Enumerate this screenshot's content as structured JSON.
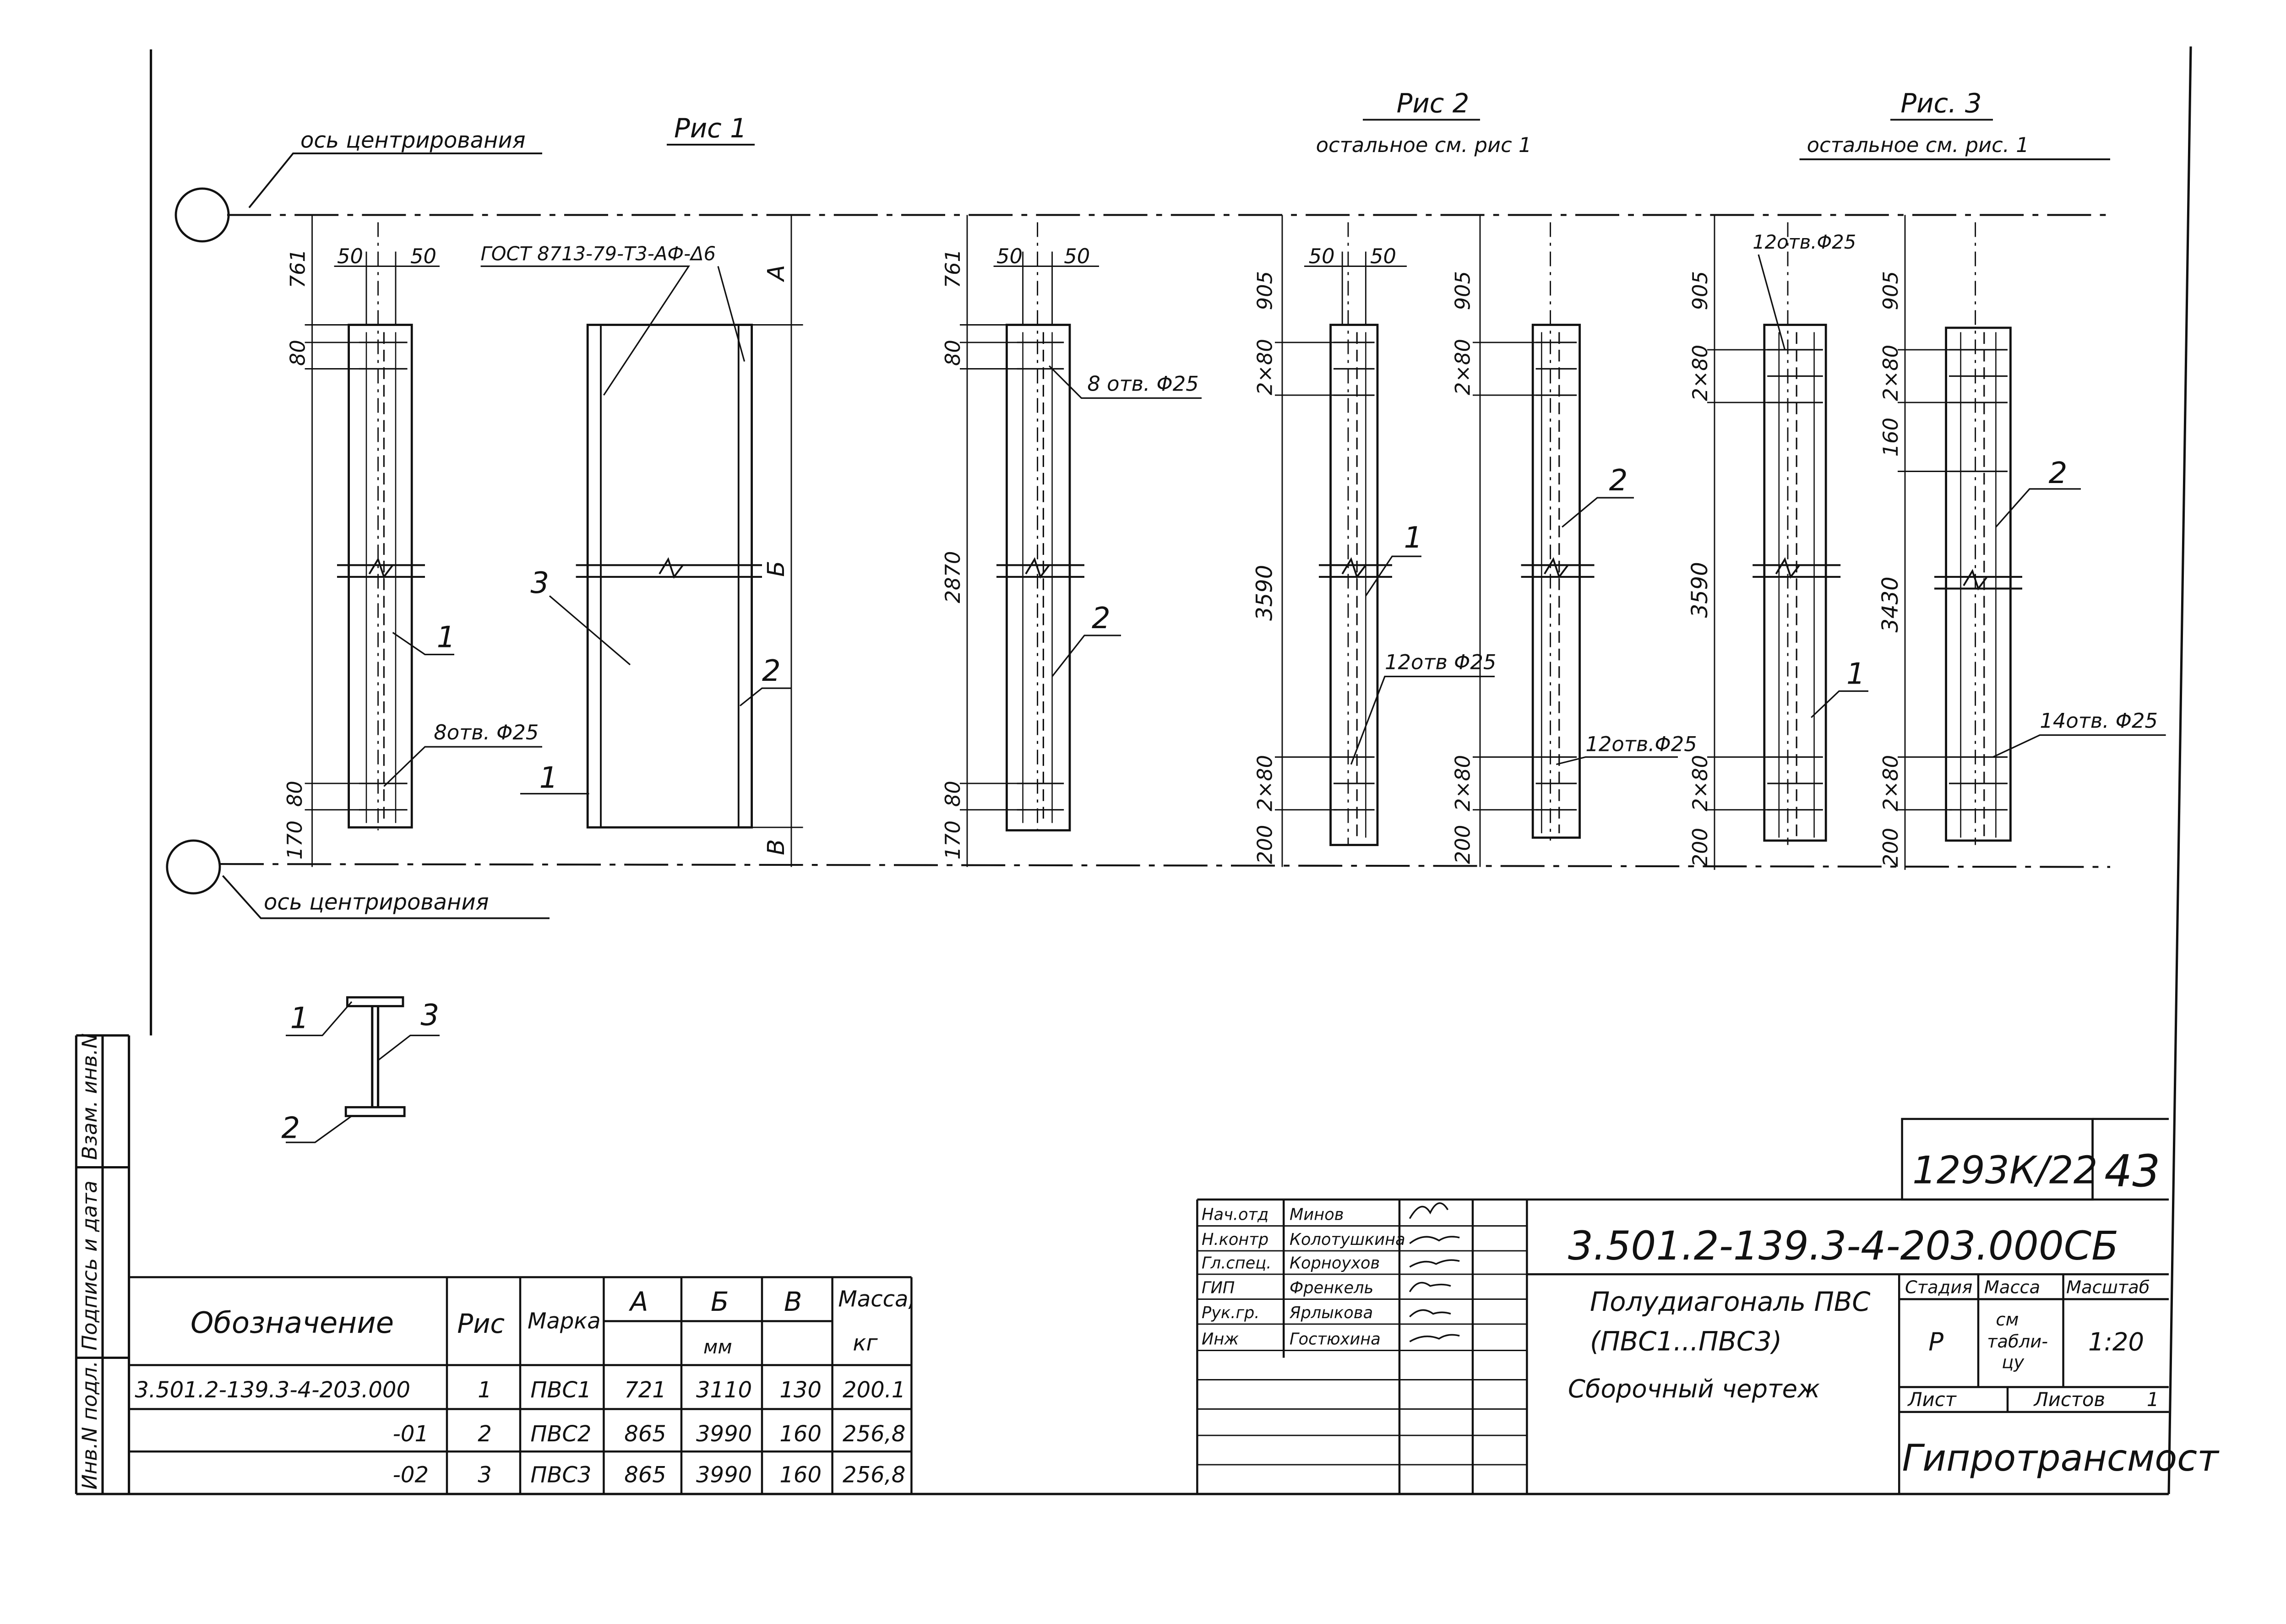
{
  "axis_labels": {
    "top": "ось центрирования",
    "bottom": "ось центрирования"
  },
  "figures": {
    "fig1": {
      "title": "Рис 1"
    },
    "fig2": {
      "title": "Рис 2",
      "note": "остальное см. рис 1"
    },
    "fig3": {
      "title": "Рис. 3",
      "note": "остальное см. рис. 1"
    }
  },
  "callouts": {
    "gost": "ГОСТ 8713-79-Т3-АФ-Δ6",
    "holes_8": "8отв. Φ25",
    "holes_8b": "8 отв. Φ25",
    "holes_12a": "12отв Φ25",
    "holes_12b": "12отв.Φ25",
    "holes_12c": "12отв.Φ25",
    "holes_14": "14отв. Φ25"
  },
  "dims": {
    "d50": "50",
    "d761": "761",
    "d80": "80",
    "d170": "170",
    "d2870": "2870",
    "d905": "905",
    "d2x80": "2×80",
    "d3590": "3590",
    "d200": "200",
    "d160": "160",
    "d3430": "3430",
    "A": "А",
    "B": "Б",
    "V": "В"
  },
  "item_numbers": {
    "n1": "1",
    "n2": "2",
    "n3": "3"
  },
  "spec_table": {
    "headers": {
      "designation": "Обозначение",
      "fig": "Рис",
      "mark": "Марка",
      "a": "А",
      "b": "Б",
      "v": "В",
      "unit": "мм",
      "mass": "Масса,",
      "mass_unit": "кг"
    },
    "rows": [
      {
        "designation": "3.501.2-139.3-4-203.000",
        "fig": "1",
        "mark": "ПВС1",
        "a": "721",
        "b": "3110",
        "v": "130",
        "mass": "200.1"
      },
      {
        "designation": "-01",
        "fig": "2",
        "mark": "ПВС2",
        "a": "865",
        "b": "3990",
        "v": "160",
        "mass": "256,8"
      },
      {
        "designation": "-02",
        "fig": "3",
        "mark": "ПВС3",
        "a": "865",
        "b": "3990",
        "v": "160",
        "mass": "256,8"
      }
    ]
  },
  "side_stamp": {
    "inv_podl": "Инв.N подл.",
    "podpis": "Подпись и дата",
    "vzam": "Взам. инв.N"
  },
  "title_block": {
    "sheet_ref": "1293К/22",
    "sheet_no": "43",
    "code": "3.501.2-139.3-4-203.000СБ",
    "roles": [
      {
        "role": "Нач.отд",
        "name": "Минов"
      },
      {
        "role": "Н.контр",
        "name": "Колотушкина"
      },
      {
        "role": "Гл.спец.",
        "name": "Корноухов"
      },
      {
        "role": "ГИП",
        "name": "Френкель"
      },
      {
        "role": "Рук.гр.",
        "name": "Ярлыкова"
      },
      {
        "role": "Инж",
        "name": "Гостюхина"
      }
    ],
    "name_line1": "Полудиагональ ПВС",
    "name_line2": "(ПВС1...ПВС3)",
    "name_line3": "Сборочный чертеж",
    "stage_h": "Стадия",
    "mass_h": "Масса",
    "scale_h": "Масштаб",
    "stage": "Р",
    "mass_line1": "см",
    "mass_line2": "табли-",
    "mass_line3": "цу",
    "scale": "1:20",
    "sheet_h": "Лист",
    "sheets_h": "Листов",
    "sheets": "1",
    "org": "Гипротрансмост"
  }
}
